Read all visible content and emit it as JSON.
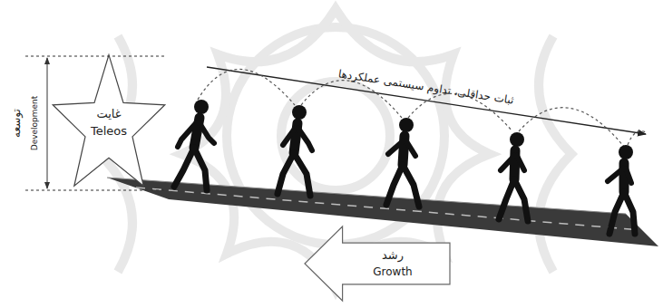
{
  "diagram": {
    "nodes": [
      {
        "text": [
          "غایت",
          "Teleos"
        ]
      },
      {
        "text": [
          "رشد",
          "Growth"
        ]
      }
    ],
    "labels": [
      "ثبات حداقلی، تداوم سیستمی عملکردها",
      "توسعه",
      "Development"
    ]
  }
}
